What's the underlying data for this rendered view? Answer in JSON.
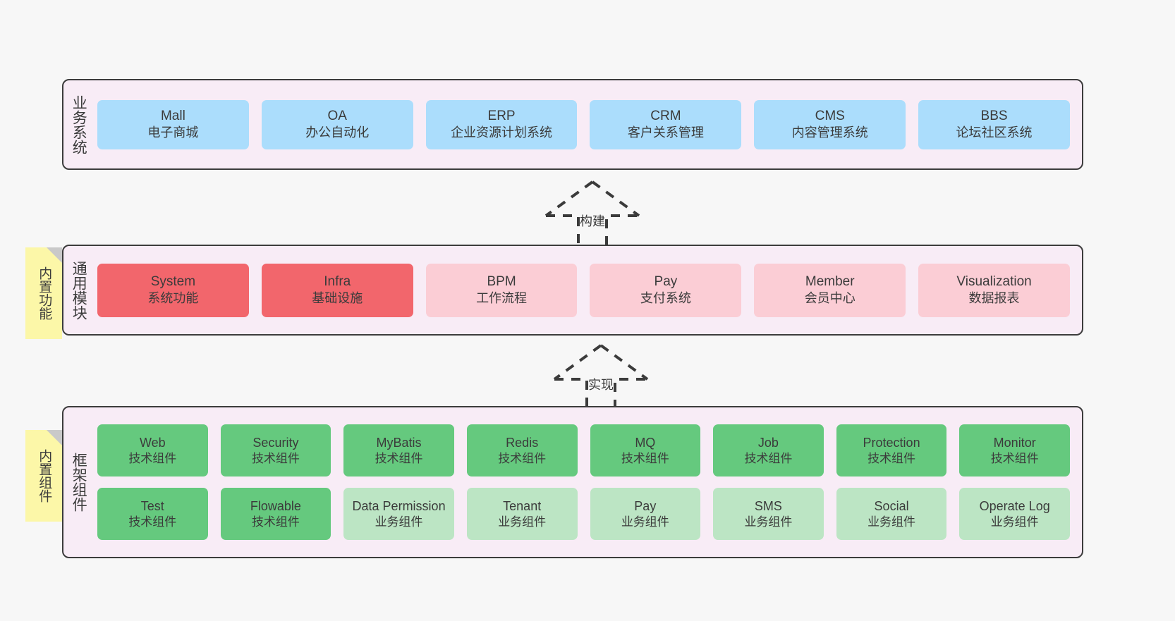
{
  "diagram": {
    "title": "System architecture layers",
    "background": "#f7f7f7",
    "panel_color": "#f8ecf6",
    "note_color": "#fcf7a8"
  },
  "notes": [
    {
      "name": "builtin-function",
      "text": "内置功能"
    },
    {
      "name": "builtin-component",
      "text": "内置组件"
    }
  ],
  "connectors": [
    {
      "name": "build",
      "label": "构建"
    },
    {
      "name": "implement",
      "label": "实现"
    }
  ],
  "layers": [
    {
      "id": "business",
      "caption": "业务系统",
      "rows": [
        {
          "cards": [
            {
              "title": "Mall",
              "subtitle": "电子商城",
              "color": "#abddfc",
              "variant": "c-blue"
            },
            {
              "title": "OA",
              "subtitle": "办公自动化",
              "color": "#abddfc",
              "variant": "c-blue"
            },
            {
              "title": "ERP",
              "subtitle": "企业资源计划系统",
              "color": "#abddfc",
              "variant": "c-blue"
            },
            {
              "title": "CRM",
              "subtitle": "客户关系管理",
              "color": "#abddfc",
              "variant": "c-blue"
            },
            {
              "title": "CMS",
              "subtitle": "内容管理系统",
              "color": "#abddfc",
              "variant": "c-blue"
            },
            {
              "title": "BBS",
              "subtitle": "论坛社区系统",
              "color": "#abddfc",
              "variant": "c-blue"
            }
          ]
        }
      ]
    },
    {
      "id": "modules",
      "caption": "通用模块",
      "rows": [
        {
          "cards": [
            {
              "title": "System",
              "subtitle": "系统功能",
              "color": "#f2666c",
              "variant": "c-red"
            },
            {
              "title": "Infra",
              "subtitle": "基础设施",
              "color": "#f2666c",
              "variant": "c-red"
            },
            {
              "title": "BPM",
              "subtitle": "工作流程",
              "color": "#fbcdd5",
              "variant": "c-pink"
            },
            {
              "title": "Pay",
              "subtitle": "支付系统",
              "color": "#fbcdd5",
              "variant": "c-pink"
            },
            {
              "title": "Member",
              "subtitle": "会员中心",
              "color": "#fbcdd5",
              "variant": "c-pink"
            },
            {
              "title": "Visualization",
              "subtitle": "数据报表",
              "color": "#fbcdd5",
              "variant": "c-pink"
            }
          ]
        }
      ]
    },
    {
      "id": "framework",
      "caption": "框架组件",
      "rows": [
        {
          "cards": [
            {
              "title": "Web",
              "subtitle": "技术组件",
              "color": "#65c97e",
              "variant": "c-green"
            },
            {
              "title": "Security",
              "subtitle": "技术组件",
              "color": "#65c97e",
              "variant": "c-green"
            },
            {
              "title": "MyBatis",
              "subtitle": "技术组件",
              "color": "#65c97e",
              "variant": "c-green"
            },
            {
              "title": "Redis",
              "subtitle": "技术组件",
              "color": "#65c97e",
              "variant": "c-green"
            },
            {
              "title": "MQ",
              "subtitle": "技术组件",
              "color": "#65c97e",
              "variant": "c-green"
            },
            {
              "title": "Job",
              "subtitle": "技术组件",
              "color": "#65c97e",
              "variant": "c-green"
            },
            {
              "title": "Protection",
              "subtitle": "技术组件",
              "color": "#65c97e",
              "variant": "c-green"
            },
            {
              "title": "Monitor",
              "subtitle": "技术组件",
              "color": "#65c97e",
              "variant": "c-green"
            }
          ]
        },
        {
          "cards": [
            {
              "title": "Test",
              "subtitle": "技术组件",
              "color": "#65c97e",
              "variant": "c-green"
            },
            {
              "title": "Flowable",
              "subtitle": "技术组件",
              "color": "#65c97e",
              "variant": "c-green"
            },
            {
              "title": "Data Permission",
              "subtitle": "业务组件",
              "color": "#bce5c4",
              "variant": "c-lightgreen",
              "wrap": true
            },
            {
              "title": "Tenant",
              "subtitle": "业务组件",
              "color": "#bce5c4",
              "variant": "c-lightgreen"
            },
            {
              "title": "Pay",
              "subtitle": "业务组件",
              "color": "#bce5c4",
              "variant": "c-lightgreen"
            },
            {
              "title": "SMS",
              "subtitle": "业务组件",
              "color": "#bce5c4",
              "variant": "c-lightgreen"
            },
            {
              "title": "Social",
              "subtitle": "业务组件",
              "color": "#bce5c4",
              "variant": "c-lightgreen"
            },
            {
              "title": "Operate Log",
              "subtitle": "业务组件",
              "color": "#bce5c4",
              "variant": "c-lightgreen"
            }
          ]
        }
      ]
    }
  ]
}
